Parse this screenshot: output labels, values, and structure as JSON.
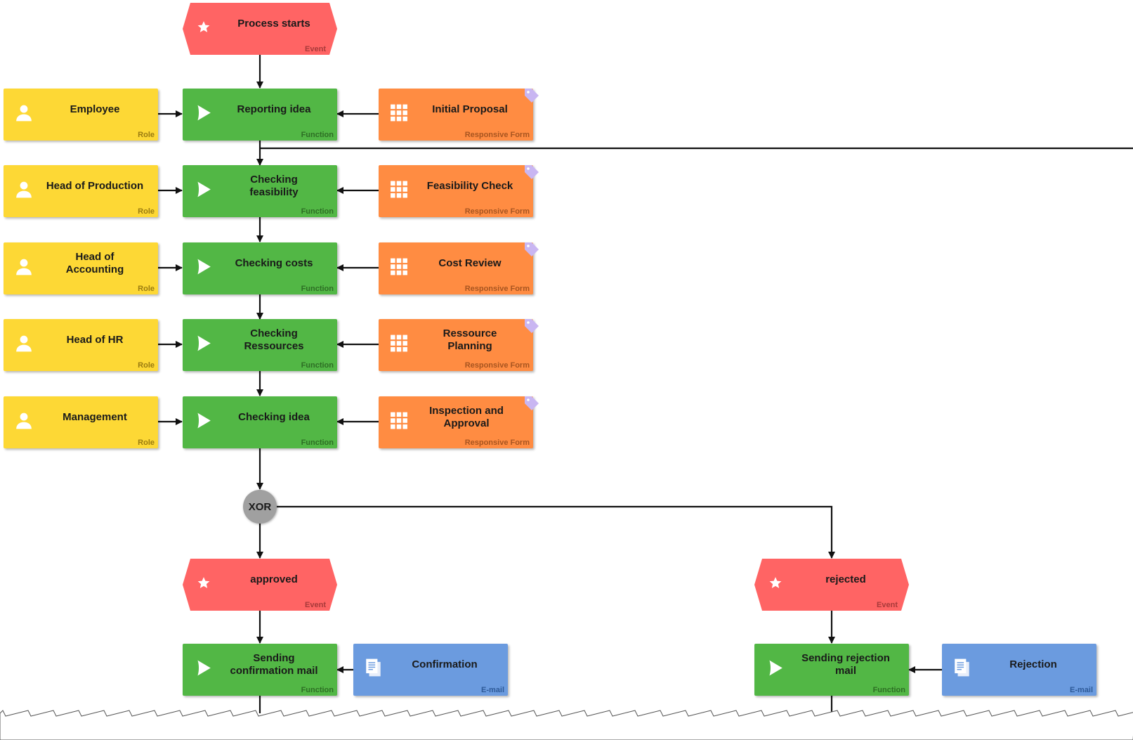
{
  "diagram": {
    "start_event": {
      "label": "Process starts",
      "type": "Event"
    },
    "rows": [
      {
        "role": {
          "label": "Employee",
          "type": "Role"
        },
        "function": {
          "label": "Reporting idea",
          "type": "Function"
        },
        "form": {
          "label": "Initial Proposal",
          "type": "Responsive Form"
        }
      },
      {
        "role": {
          "label": "Head of Production",
          "type": "Role"
        },
        "function": {
          "label": "Checking feasibility",
          "type": "Function"
        },
        "form": {
          "label": "Feasibility Check",
          "type": "Responsive Form"
        }
      },
      {
        "role": {
          "label": "Head of Accounting",
          "type": "Role"
        },
        "function": {
          "label": "Checking costs",
          "type": "Function"
        },
        "form": {
          "label": "Cost Review",
          "type": "Responsive Form"
        }
      },
      {
        "role": {
          "label": "Head of HR",
          "type": "Role"
        },
        "function": {
          "label": "Checking Ressources",
          "type": "Function"
        },
        "form": {
          "label": "Ressource Planning",
          "type": "Responsive Form"
        }
      },
      {
        "role": {
          "label": "Management",
          "type": "Role"
        },
        "function": {
          "label": "Checking idea",
          "type": "Function"
        },
        "form": {
          "label": "Inspection and Approval",
          "type": "Responsive Form"
        }
      }
    ],
    "gateway": {
      "label": "XOR"
    },
    "branches": [
      {
        "event": {
          "label": "approved",
          "type": "Event"
        },
        "function": {
          "label": "Sending confirmation mail",
          "type": "Function"
        },
        "email": {
          "label": "Confirmation",
          "type": "E-mail"
        }
      },
      {
        "event": {
          "label": "rejected",
          "type": "Event"
        },
        "function": {
          "label": "Sending rejection mail",
          "type": "Function"
        },
        "email": {
          "label": "Rejection",
          "type": "E-mail"
        }
      }
    ],
    "colors": {
      "event": "#ff6464",
      "function": "#52b745",
      "role": "#fdd835",
      "form": "#ff8c42",
      "email": "#6b9bdf",
      "gateway": "#a0a0a0",
      "tag": "#c9b6f2"
    },
    "icons": {
      "event": "star-icon",
      "function": "play-icon",
      "role": "person-icon",
      "form": "grid-icon",
      "email": "document-icon",
      "form_tag": "tag-icon"
    }
  }
}
